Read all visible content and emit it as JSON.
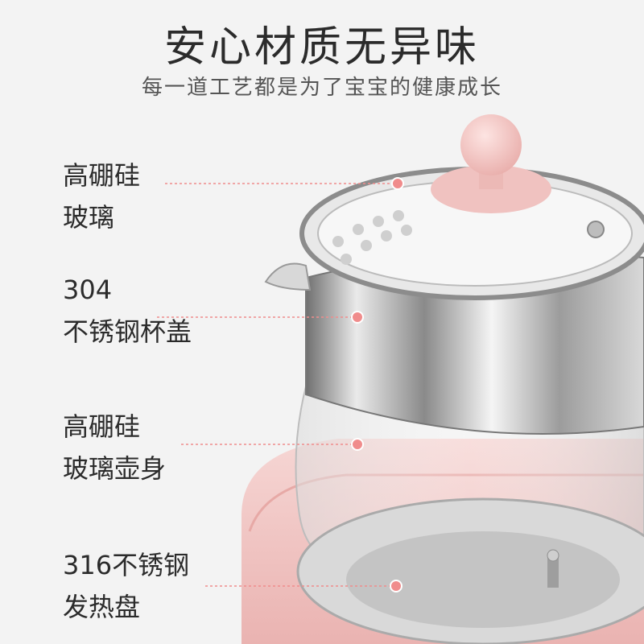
{
  "title": "安心材质无异味",
  "subtitle": "每一道工艺都是为了宝宝的健康成长",
  "features": [
    {
      "line1": "高硼硅",
      "line2": "玻璃"
    },
    {
      "line1": "304",
      "line2": "不锈钢杯盖"
    },
    {
      "line1": "高硼硅",
      "line2": "玻璃壶身"
    },
    {
      "line1": "316不锈钢",
      "line2": "发热盘"
    }
  ],
  "colors": {
    "accent": "#f08c8c",
    "pink_base": "#f2c6c4",
    "steel": "#b9b9b9",
    "background": "#f3f3f3"
  }
}
